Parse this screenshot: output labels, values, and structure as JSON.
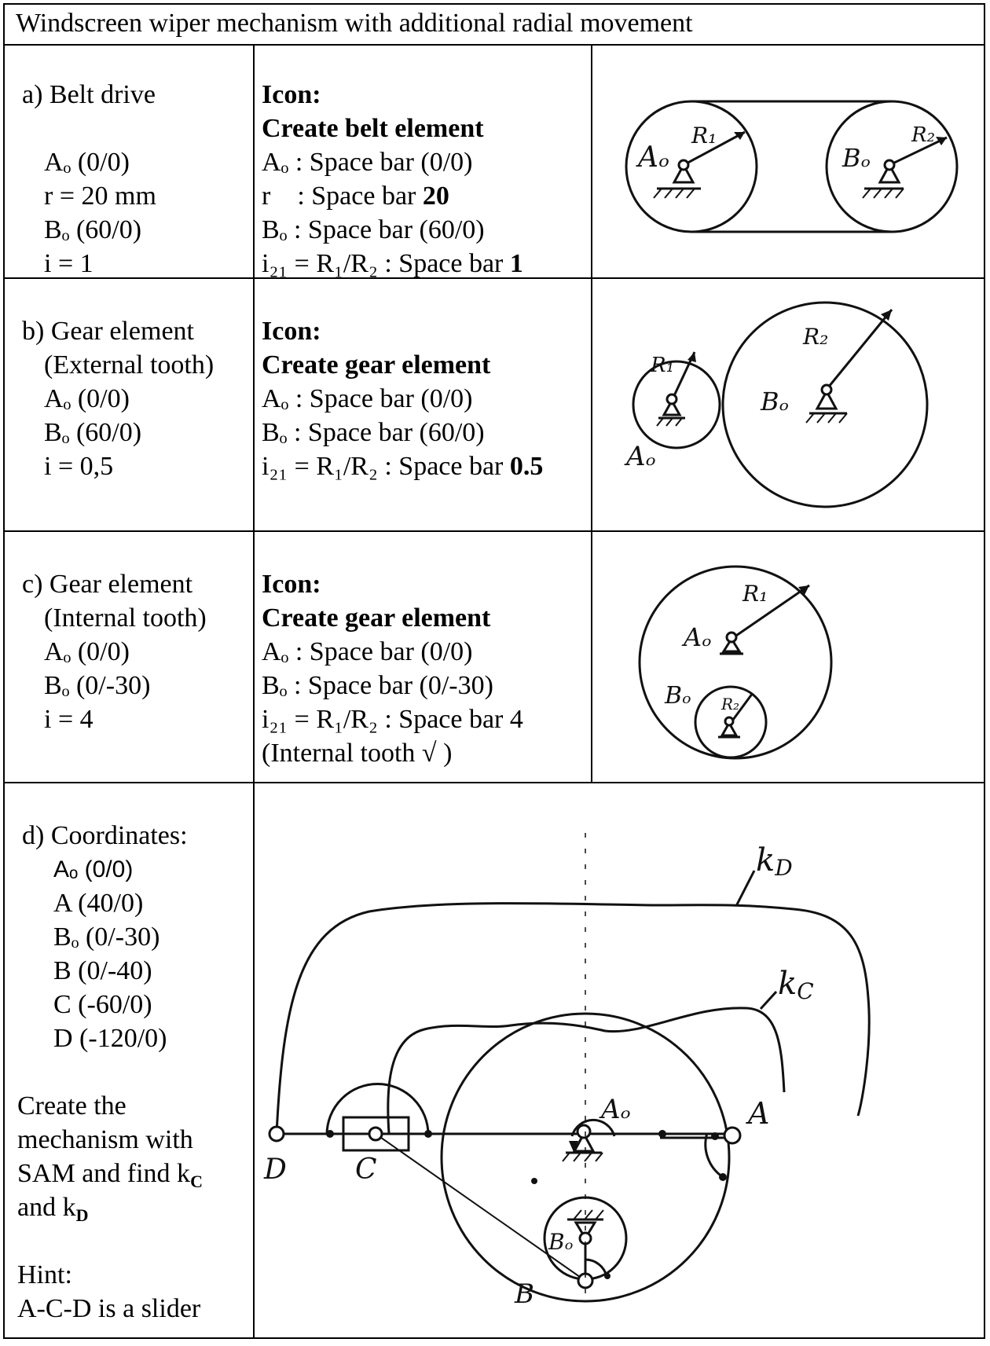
{
  "title": "Windscreen wiper mechanism with additional radial movement",
  "rows": [
    {
      "left": [
        "a) Belt drive",
        "",
        "Aₒ (0/0)",
        "r = 20 mm",
        "Bₒ (60/0)",
        "i = 1"
      ],
      "icon": "Icon:",
      "action": "Create belt element",
      "steps": [
        "Aₒ : Space bar (0/0)",
        "r    : Space bar",
        "Bₒ : Space bar (60/0)",
        "i₂₁ = R₁/R₂ : Space bar"
      ],
      "r_value": "20",
      "i_value": "1",
      "sketch_labels": [
        "Aₒ",
        "R₁",
        "Bₒ",
        "R₂"
      ]
    },
    {
      "left": [
        "b) Gear element",
        "(External tooth)",
        "Aₒ (0/0)",
        "Bₒ (60/0)",
        "i = 0,5"
      ],
      "icon": "Icon:",
      "action": "Create gear element",
      "steps": [
        "Aₒ : Space bar (0/0)",
        "Bₒ : Space bar (60/0)",
        "i₂₁ = R₁/R₂ : Space bar"
      ],
      "i_value": "0.5",
      "sketch_labels": [
        "R₁",
        "R₂",
        "Bₒ",
        "Aₒ"
      ]
    },
    {
      "left": [
        "c) Gear element",
        "(Internal tooth)",
        "Aₒ (0/0)",
        "Bₒ (0/-30)",
        "i = 4"
      ],
      "icon": "Icon:",
      "action": "Create gear element",
      "steps": [
        "Aₒ : Space bar (0/0)",
        "Bₒ : Space bar (0/-30)",
        "i₂₁ = R₁/R₂ : Space bar 4",
        "(Internal tooth √ )"
      ],
      "sketch_labels": [
        "R₁",
        "Aₒ",
        "Bₒ",
        "R₂"
      ]
    }
  ],
  "row_d": {
    "heading": "d) Coordinates:",
    "coord_a0": "Aₒ (0/0)",
    "coords": [
      "A (40/0)",
      "Bₒ (0/-30)",
      "B (0/-40)",
      "C (-60/0)",
      "D (-120/0)"
    ],
    "task": [
      "Create the",
      "mechanism with",
      "SAM and find k",
      "and k"
    ],
    "task_sub": [
      "C",
      "D"
    ],
    "hint": [
      "Hint:",
      "A-C-D is a slider"
    ],
    "sketch_labels": {
      "kd": "k",
      "kd_sub": "D",
      "kc": "k",
      "kc_sub": "C",
      "a0": "Aₒ",
      "a": "A",
      "d": "D",
      "c": "C",
      "b0": "Bₒ",
      "b": "B"
    }
  }
}
